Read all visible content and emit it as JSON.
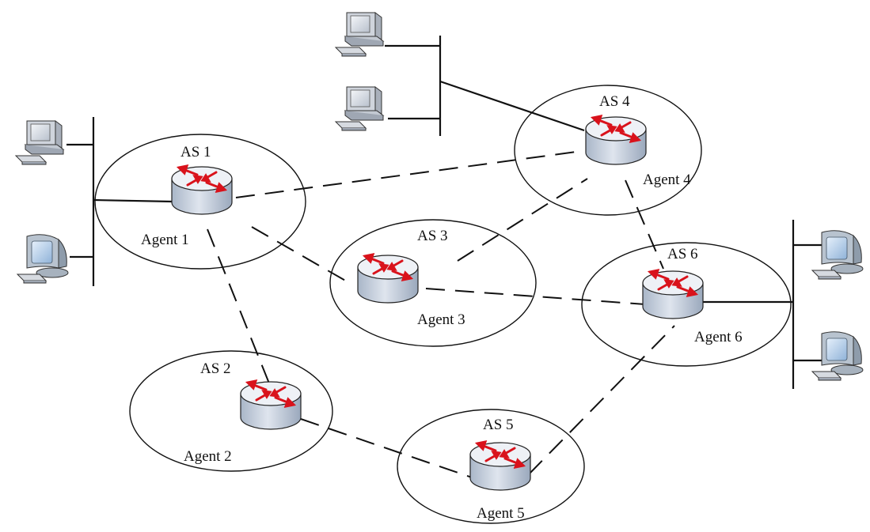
{
  "autonomous_systems": [
    {
      "id": "as1",
      "label": "AS 1",
      "agent": "Agent 1"
    },
    {
      "id": "as2",
      "label": "AS 2",
      "agent": "Agent 2"
    },
    {
      "id": "as3",
      "label": "AS 3",
      "agent": "Agent 3"
    },
    {
      "id": "as4",
      "label": "AS 4",
      "agent": "Agent 4"
    },
    {
      "id": "as5",
      "label": "AS 5",
      "agent": "Agent 5"
    },
    {
      "id": "as6",
      "label": "AS 6",
      "agent": "Agent 6"
    }
  ],
  "agent_links": [
    [
      "as1",
      "as4"
    ],
    [
      "as1",
      "as3"
    ],
    [
      "as1",
      "as2"
    ],
    [
      "as3",
      "as4"
    ],
    [
      "as3",
      "as6"
    ],
    [
      "as2",
      "as5"
    ],
    [
      "as4",
      "as6"
    ],
    [
      "as5",
      "as6"
    ]
  ],
  "icons": {
    "router": "router-icon",
    "computer": "computer-icon"
  },
  "colors": {
    "line": "#111111",
    "router_arrows": "#d9121b",
    "router_body": "#c9d3e0",
    "router_top": "#eef1f6",
    "monitor_classic": "#cfd4dc",
    "monitor_blue": "#bcd2ea"
  }
}
